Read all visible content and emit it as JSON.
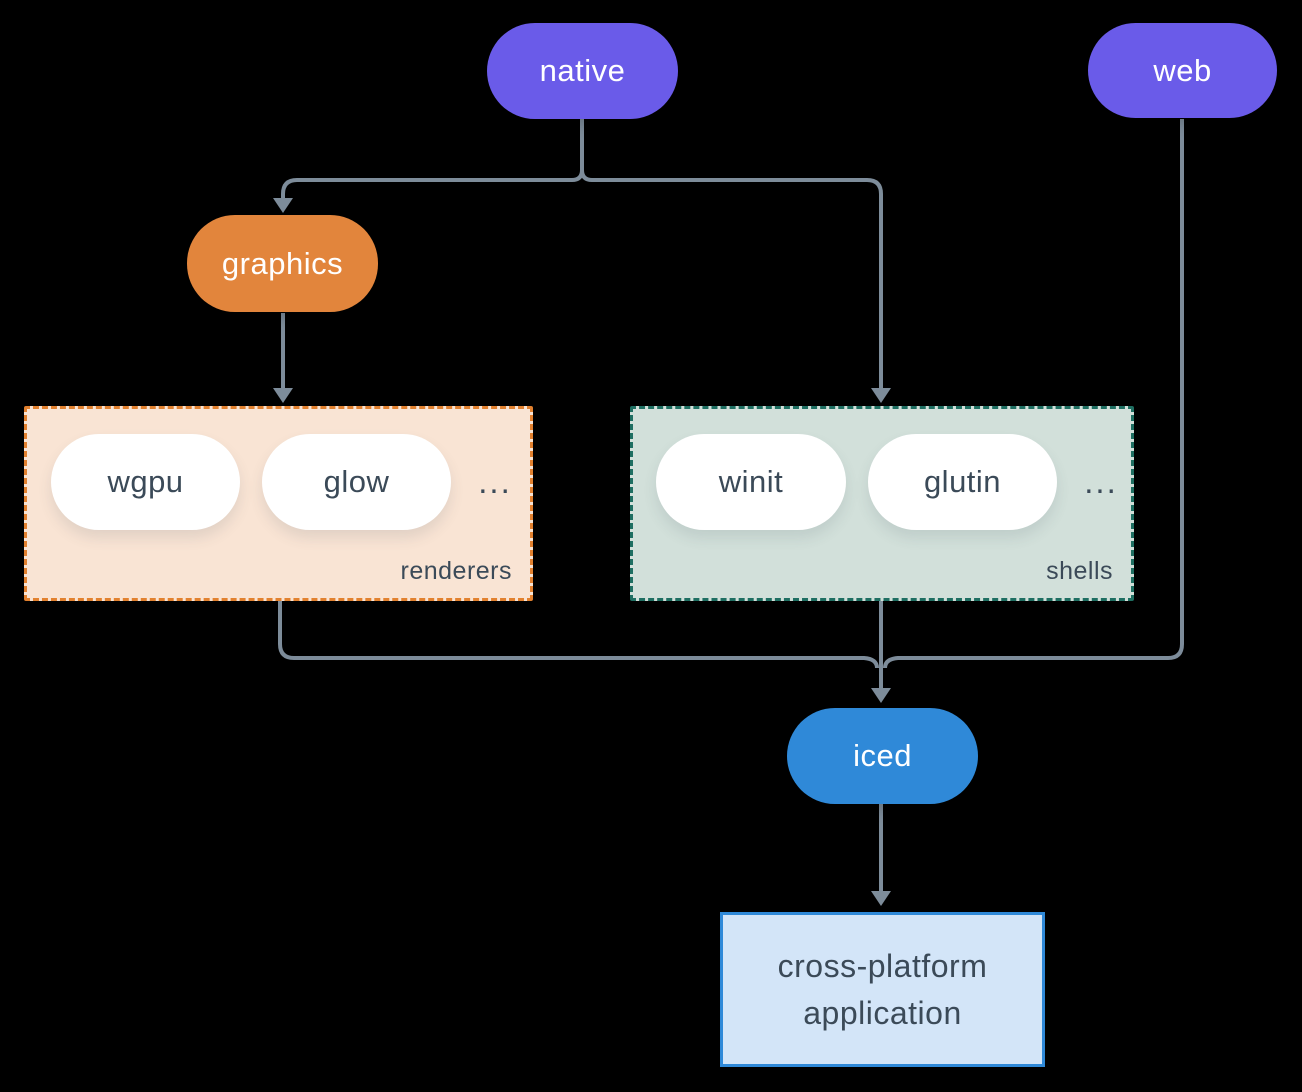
{
  "theme": {
    "bg": "#000000",
    "line": "#7d8c9a",
    "purple": "#6a5be9",
    "orange": "#e2853c",
    "blue": "#2f89d8",
    "renderers-fill": "#f9e4d4",
    "renderers-border": "#e2812f",
    "shells-fill": "#d2e0da",
    "shells-border": "#1f6f62",
    "app-fill": "#d3e5f8",
    "app-border": "#2f89d8",
    "dark-text": "#3b4a58",
    "light-text": "#ffffff"
  },
  "nodes": {
    "native": {
      "label": "native"
    },
    "web": {
      "label": "web"
    },
    "graphics": {
      "label": "graphics"
    },
    "iced": {
      "label": "iced"
    },
    "app": {
      "lines": [
        "cross-platform",
        "application"
      ]
    }
  },
  "groups": {
    "renderers": {
      "label": "renderers",
      "items": [
        "wgpu",
        "glow"
      ],
      "ellipsis": "..."
    },
    "shells": {
      "label": "shells",
      "items": [
        "winit",
        "glutin"
      ],
      "ellipsis": "..."
    }
  }
}
